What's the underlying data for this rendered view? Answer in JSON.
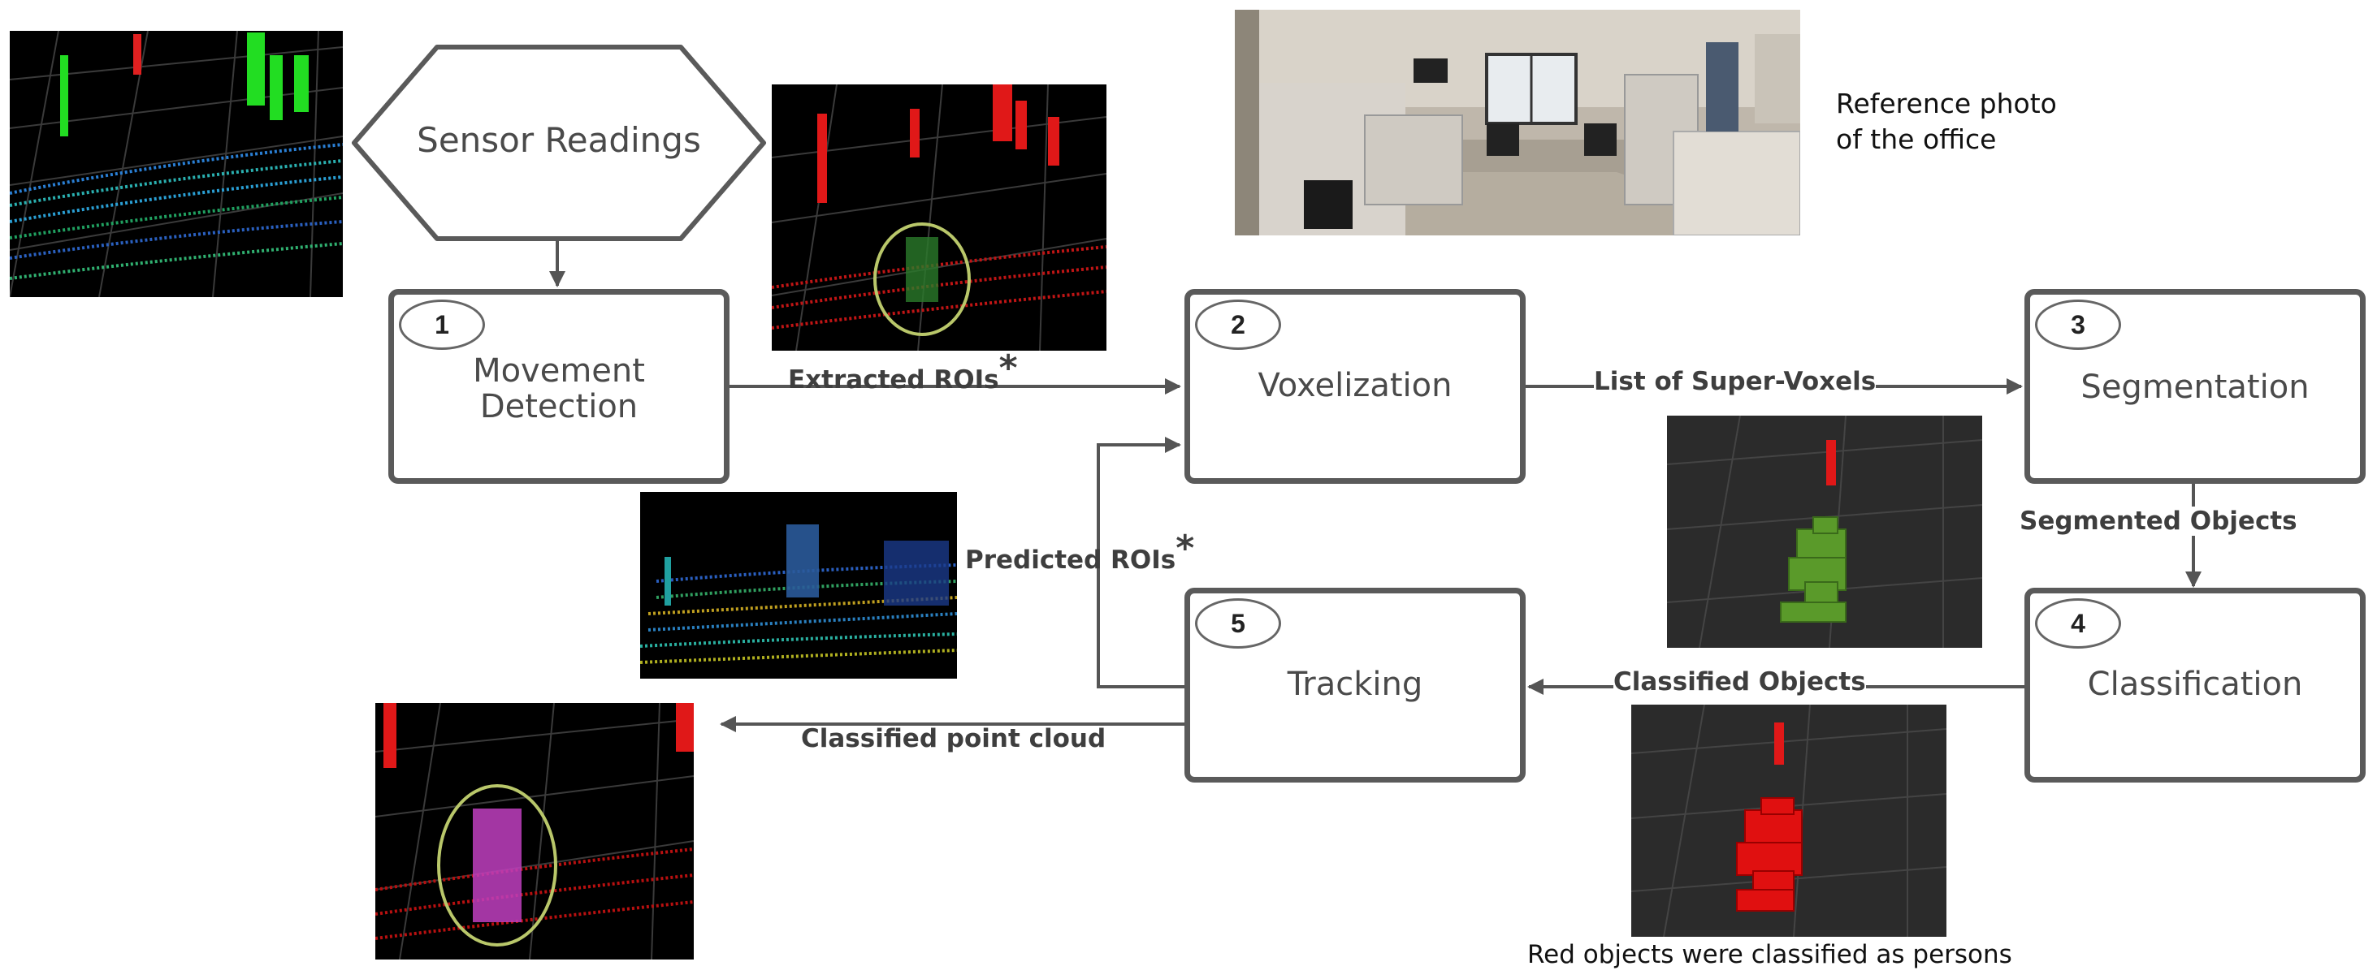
{
  "sensor": {
    "label": "Sensor Readings"
  },
  "steps": [
    {
      "number": "1",
      "title_line1": "Movement",
      "title_line2": "Detection"
    },
    {
      "number": "2",
      "title": "Voxelization"
    },
    {
      "number": "3",
      "title": "Segmentation"
    },
    {
      "number": "4",
      "title": "Classification"
    },
    {
      "number": "5",
      "title": "Tracking"
    }
  ],
  "edges": {
    "extracted_rois": "Extracted ROIs",
    "asterisk": "*",
    "super_voxels": "List of Super-Voxels",
    "segmented_objects": "Segmented Objects",
    "classified_objects": "Classified Objects",
    "predicted_rois": "Predicted ROIs",
    "classified_point_cloud": "Classified point cloud"
  },
  "captions": {
    "reference_line1": "Reference photo",
    "reference_line2": "of the office",
    "red_objects": "Red objects were classified as persons"
  },
  "colors": {
    "box_border": "#5a5a5a",
    "arrow": "#555555",
    "ellipse": "#b9c76a",
    "person_green": "#5a9a2a",
    "person_red": "#e01010"
  }
}
